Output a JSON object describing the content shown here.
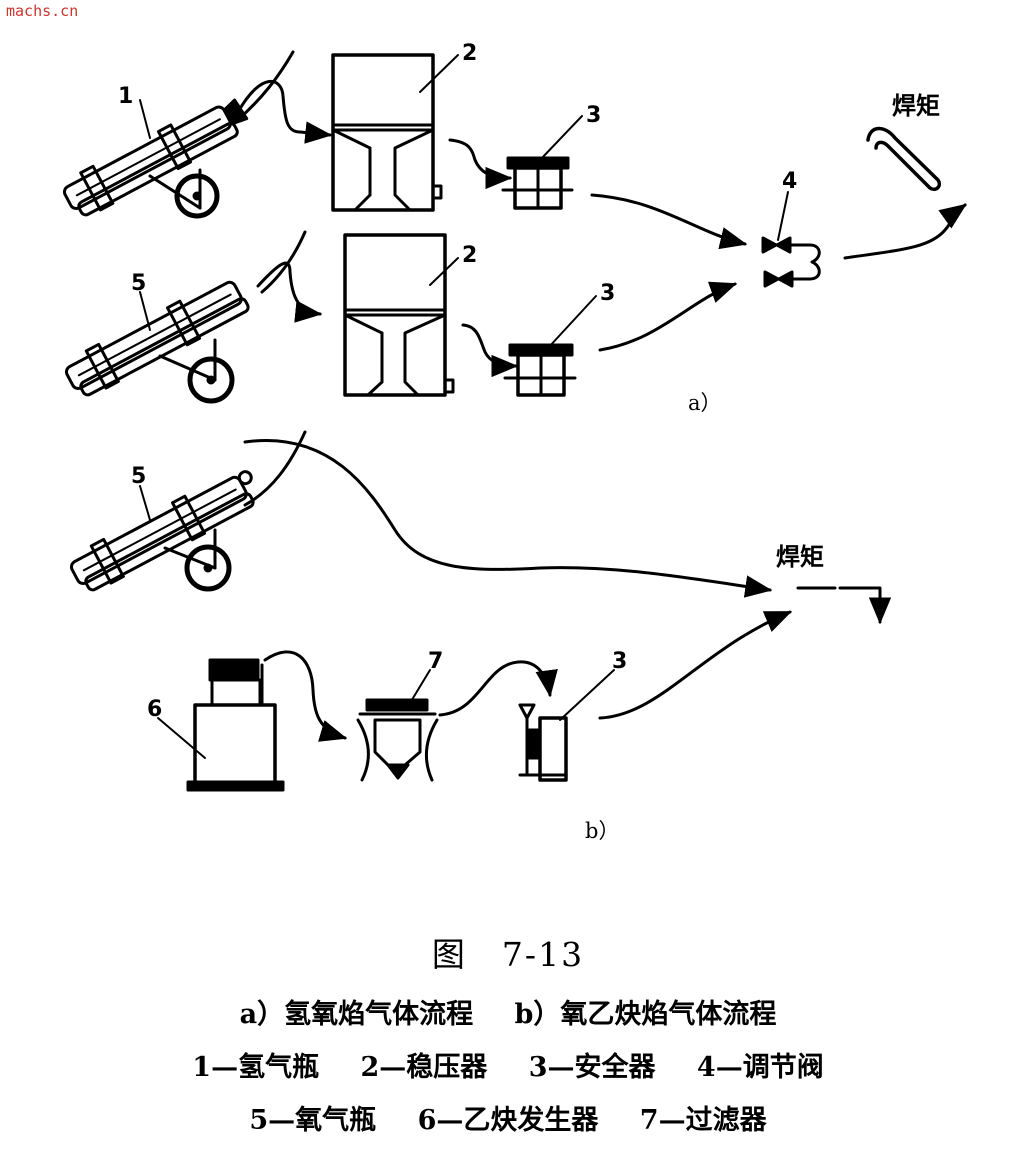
{
  "watermark": "machs.cn",
  "diagram": {
    "part_a_label": "a）",
    "part_b_label": "b）",
    "torch_label": "焊矩",
    "callouts": {
      "c1": "1",
      "c2": "2",
      "c3": "3",
      "c4": "4",
      "c5": "5",
      "c6": "6",
      "c7": "7"
    }
  },
  "caption": {
    "figure": "图　7-13",
    "subtitle_a": "a）氢氧焰气体流程",
    "subtitle_b": "b）氧乙炔焰气体流程",
    "legend": [
      "1—氢气瓶",
      "2—稳压器",
      "3—安全器",
      "4—调节阀",
      "5—氧气瓶",
      "6—乙炔发生器",
      "7—过滤器"
    ]
  }
}
